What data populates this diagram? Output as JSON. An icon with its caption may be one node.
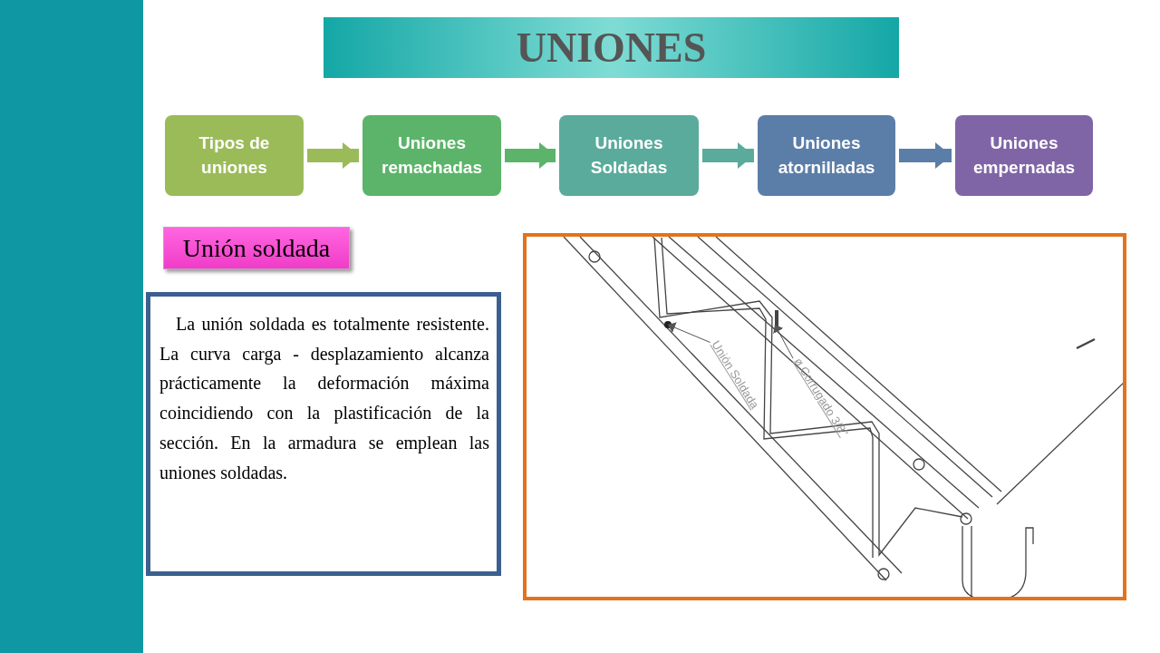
{
  "diagram": {
    "title": "UNIONES",
    "nodes": [
      {
        "text": [
          "Tipos de uniones"
        ]
      },
      {
        "text": [
          "Uniones remachadas"
        ]
      },
      {
        "text": [
          "Uniones Soldadas"
        ]
      },
      {
        "text": [
          "Uniones atornilladas"
        ]
      },
      {
        "text": [
          "Uniones empernadas"
        ]
      },
      {
        "text": [
          "Unión soldada"
        ]
      },
      {
        "text": [
          "La unión soldada es totalmente resistente. La curva carga - desplazamiento alcanza prácticamente la deformación máxima coincidiendo con la plastificación de la sección. En la armadura se emplean las uniones soldadas."
        ]
      },
      {
        "text": [],
        "shape": "picture"
      },
      {
        "text": [
          "Unión Soldada"
        ],
        "in": 7
      },
      {
        "text": [
          "ø Corrugado 3/8\""
        ],
        "in": 7
      },
      {
        "text": [],
        "shape": "circle",
        "in": 7
      },
      {
        "text": [],
        "shape": "bar",
        "in": 7
      }
    ],
    "edges": [
      {
        "from": 0,
        "to": 1,
        "arrow": "to",
        "color": "#9bbb59"
      },
      {
        "from": 1,
        "to": 2,
        "arrow": "to",
        "color": "#5cb46a"
      },
      {
        "from": 2,
        "to": 3,
        "arrow": "to",
        "color": "#5aab9c"
      },
      {
        "from": 3,
        "to": 4,
        "arrow": "to",
        "color": "#5b7ea8"
      },
      {
        "from": 8,
        "to": 10,
        "arrow": "to"
      },
      {
        "from": 9,
        "to": 11,
        "arrow": "to"
      }
    ]
  }
}
